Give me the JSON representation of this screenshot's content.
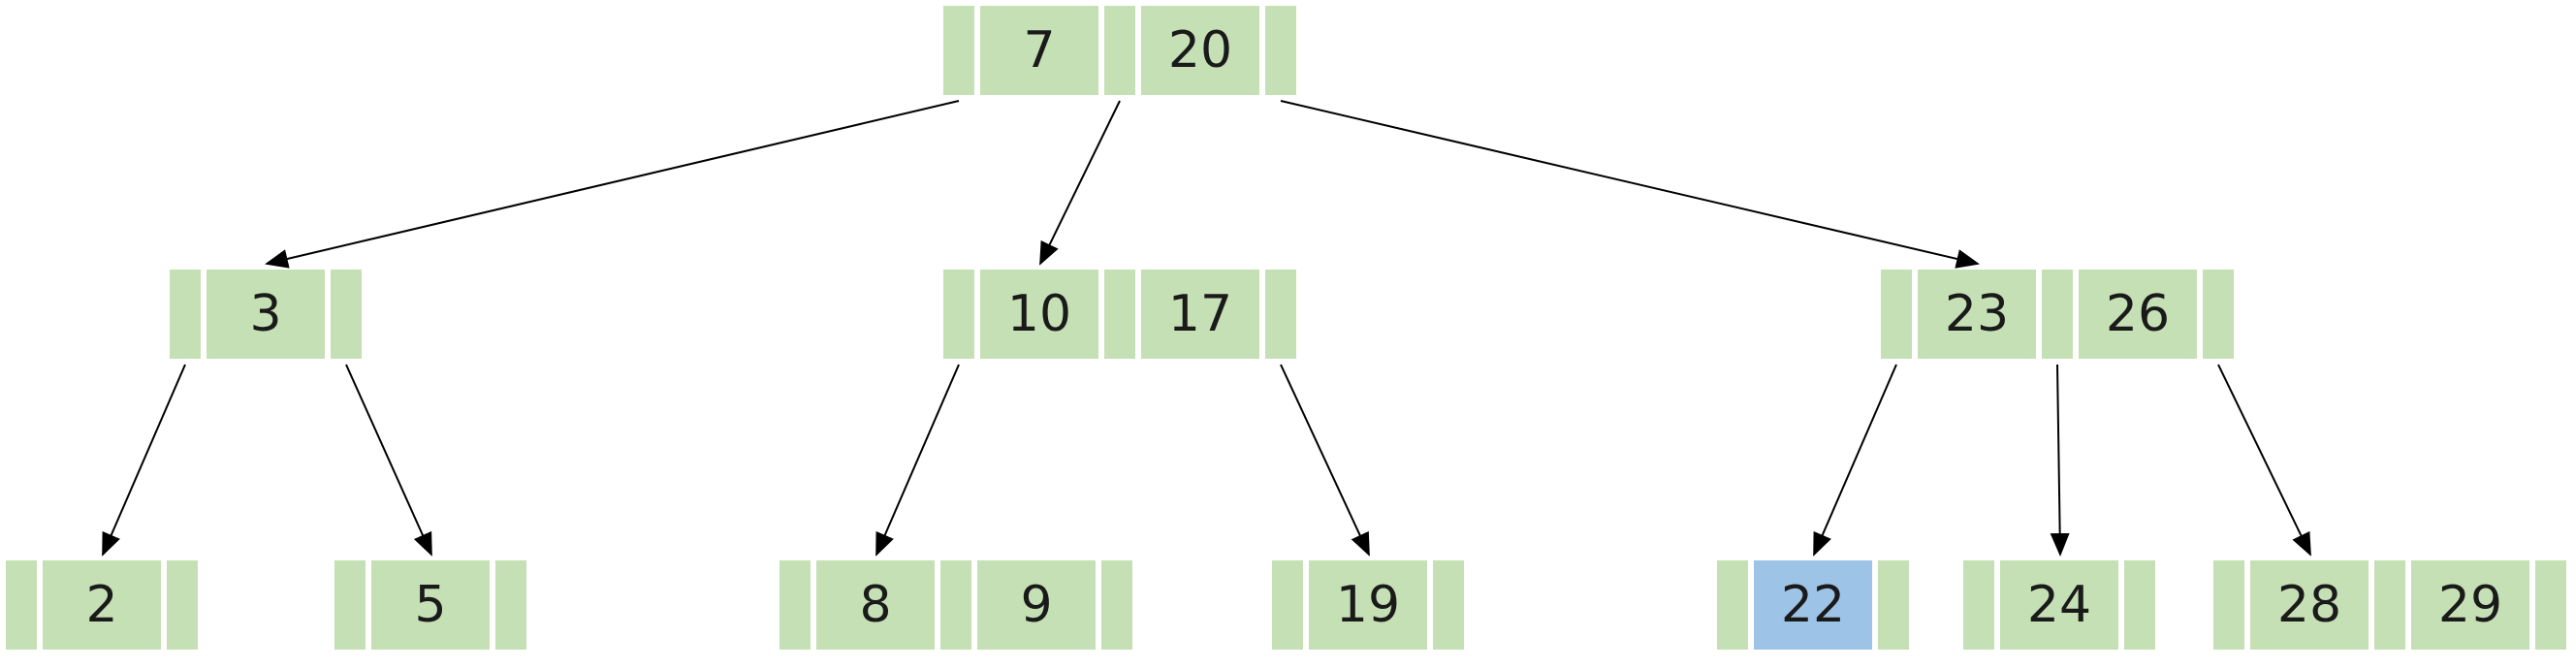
{
  "colors": {
    "node_fill": "#c5e0b4",
    "highlight_fill": "#9dc3e6",
    "edge": "#000000",
    "text": "#1a1a1a"
  },
  "tree": {
    "levels": [
      [
        {
          "id": "root",
          "keys": [
            "7",
            "20"
          ]
        }
      ],
      [
        {
          "id": "n3",
          "keys": [
            "3"
          ]
        },
        {
          "id": "n10",
          "keys": [
            "10",
            "17"
          ]
        },
        {
          "id": "n23",
          "keys": [
            "23",
            "26"
          ]
        }
      ],
      [
        {
          "id": "n2",
          "keys": [
            "2"
          ]
        },
        {
          "id": "n5",
          "keys": [
            "5"
          ]
        },
        {
          "id": "n8",
          "keys": [
            "8",
            "9"
          ]
        },
        {
          "id": "n19",
          "keys": [
            "19"
          ]
        },
        {
          "id": "n22",
          "keys": [
            "22"
          ],
          "highlight": [
            "22"
          ]
        },
        {
          "id": "n24",
          "keys": [
            "24"
          ]
        },
        {
          "id": "n28",
          "keys": [
            "28",
            "29"
          ]
        }
      ]
    ],
    "edges": [
      {
        "from": "root",
        "ptr": 0,
        "to": "n3"
      },
      {
        "from": "root",
        "ptr": 1,
        "to": "n10"
      },
      {
        "from": "root",
        "ptr": 2,
        "to": "n23"
      },
      {
        "from": "n3",
        "ptr": 0,
        "to": "n2"
      },
      {
        "from": "n3",
        "ptr": 1,
        "to": "n5"
      },
      {
        "from": "n10",
        "ptr": 0,
        "to": "n8"
      },
      {
        "from": "n10",
        "ptr": 2,
        "to": "n19"
      },
      {
        "from": "n23",
        "ptr": 0,
        "to": "n22"
      },
      {
        "from": "n23",
        "ptr": 1,
        "to": "n24"
      },
      {
        "from": "n23",
        "ptr": 2,
        "to": "n28"
      }
    ]
  }
}
